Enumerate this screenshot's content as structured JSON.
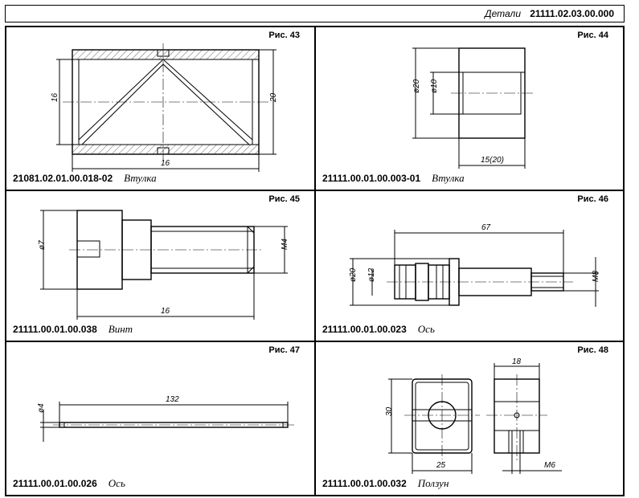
{
  "header": {
    "label": "Детали",
    "code": "21111.02.03.00.000"
  },
  "panels": [
    {
      "fig": "Рис. 43",
      "code": "21081.02.01.00.018-02",
      "name": "Втулка",
      "dims": [
        "16",
        "20",
        "16"
      ]
    },
    {
      "fig": "Рис. 44",
      "code": "21111.00.01.00.003-01",
      "name": "Втулка",
      "dims": [
        "ø20",
        "ø10",
        "15(20)"
      ]
    },
    {
      "fig": "Рис. 45",
      "code": "21111.00.01.00.038",
      "name": "Винт",
      "dims": [
        "ø7",
        "M4",
        "16"
      ]
    },
    {
      "fig": "Рис. 46",
      "code": "21111.00.01.00.023",
      "name": "Ось",
      "dims": [
        "67",
        "ø20",
        "ø12",
        "M8"
      ]
    },
    {
      "fig": "Рис. 47",
      "code": "21111.00.01.00.026",
      "name": "Ось",
      "dims": [
        "132",
        "ø4"
      ]
    },
    {
      "fig": "Рис. 48",
      "code": "21111.00.01.00.032",
      "name": "Ползун",
      "dims": [
        "18",
        "30",
        "25",
        "M6"
      ]
    }
  ]
}
